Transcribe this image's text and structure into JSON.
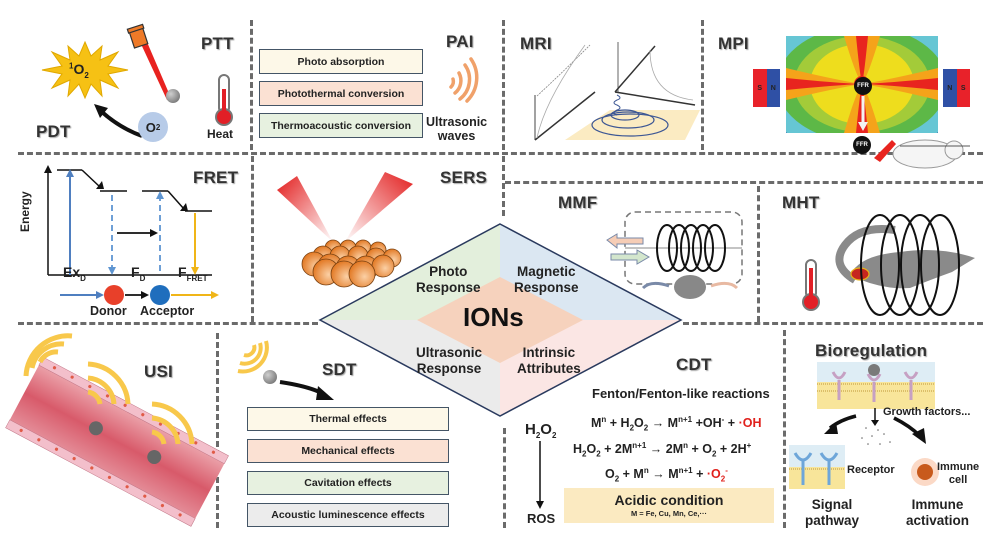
{
  "center": {
    "title": "IONs",
    "quadrants": [
      {
        "label_1": "Photo",
        "label_2": "Response",
        "color": "#e3efdc"
      },
      {
        "label_1": "Magnetic",
        "label_2": "Response",
        "color": "#dbe7f2"
      },
      {
        "label_1": "Ultrasonic",
        "label_2": "Response",
        "color": "#ebebeb"
      },
      {
        "label_1": "Intrinsic",
        "label_2": "Attributes",
        "color": "#fbe6e4"
      }
    ],
    "core_color": "#f6d2bd"
  },
  "pdt_ptt": {
    "ptt_title": "PTT",
    "pdt_title": "PDT",
    "singlet_oxygen": "1",
    "singlet_oxygen_base": "O",
    "singlet_oxygen_sub": "2",
    "oxygen_base": "O",
    "oxygen_sub": "2",
    "heat_label": "Heat"
  },
  "pai": {
    "title": "PAI",
    "steps": [
      {
        "label": "Photo absorption",
        "color": "#fdf8e8"
      },
      {
        "label": "Photothermal conversion",
        "color": "#fbe1d3"
      },
      {
        "label": "Thermoacoustic conversion",
        "color": "#e7f1e0"
      }
    ],
    "waves_label_1": "Ultrasonic",
    "waves_label_2": "waves"
  },
  "mri": {
    "title": "MRI"
  },
  "mpi": {
    "title": "MPI",
    "magnet_left": {
      "s": "S",
      "n": "N"
    },
    "magnet_right": {
      "n": "N",
      "s": "S"
    },
    "ffr_label": "FFR"
  },
  "fret": {
    "title": "FRET",
    "axis_label": "Energy",
    "ex_base": "Ex",
    "ex_sub": "D",
    "fd_base": "F",
    "fd_sub": "D",
    "ffret_base": "F",
    "ffret_sub": "FRET",
    "donor": "Donor",
    "acceptor": "Acceptor"
  },
  "sers": {
    "title": "SERS"
  },
  "mmf": {
    "title": "MMF"
  },
  "mht": {
    "title": "MHT"
  },
  "usi": {
    "title": "USI"
  },
  "sdt": {
    "title": "SDT",
    "effects": [
      {
        "label": "Thermal effects",
        "color": "#fdf8e8"
      },
      {
        "label": "Mechanical effects",
        "color": "#fbe1d3"
      },
      {
        "label": "Cavitation effects",
        "color": "#e7f1e0"
      },
      {
        "label": "Acoustic luminescence effects",
        "color": "#ececec"
      }
    ]
  },
  "cdt": {
    "title": "CDT",
    "subtitle": "Fenton/Fenton-like reactions",
    "h2o2_base": "H",
    "h2o2_sub1": "2",
    "h2o2_mid": "O",
    "h2o2_sub2": "2",
    "ros": "ROS",
    "eq1": {
      "p1": "M",
      "p1sup": "n",
      "p2": " + H",
      "p2sub": "2",
      "p3": "O",
      "p3sub": "2",
      "p4": " → M",
      "p4sup": "n+1",
      "p5": " +OH",
      "p5sup": "-",
      "p6": " + ",
      "red": "·OH"
    },
    "eq2": {
      "p1": "H",
      "p1sub": "2",
      "p2": "O",
      "p2sub": "2",
      "p3": " + 2M",
      "p3sup": "n+1",
      "p4": " → 2M",
      "p4sup": "n",
      "p5": " + O",
      "p5sub": "2",
      "p6": " + 2H",
      "p6sup": "+"
    },
    "eq3": {
      "p1": "O",
      "p1sub": "2",
      "p2": " + M",
      "p2sup": "n",
      "p3": " → M",
      "p3sup": "n+1",
      "p4": " + ",
      "red": "·O",
      "redsub": "2",
      "redsup": "-"
    },
    "condition_title": "Acidic condition",
    "condition_note": "M = Fe, Cu, Mn, Ce,···"
  },
  "bioregulation": {
    "title": "Bioregulation",
    "growth_factors": "Growth factors...",
    "receptor": "Receptor",
    "immune_cell_1": "Immune",
    "immune_cell_2": "cell",
    "signal_1": "Signal",
    "signal_2": "pathway",
    "immune_act_1": "Immune",
    "immune_act_2": "activation"
  }
}
